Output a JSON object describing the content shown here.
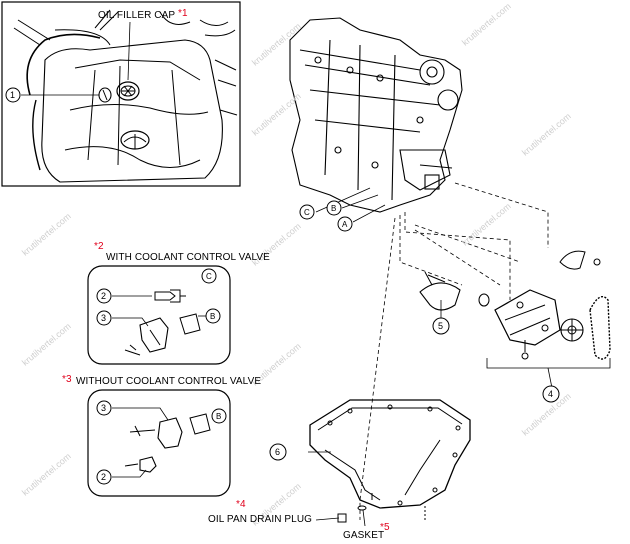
{
  "labels": {
    "oil_filler_cap": "OIL FILLER CAP",
    "ref1": "*1",
    "ref2": "*2",
    "with_ccv": "WITH COOLANT CONTROL VALVE",
    "ref3": "*3",
    "without_ccv": "WITHOUT COOLANT CONTROL VALVE",
    "ref4": "*4",
    "oil_pan_drain_plug": "OIL PAN DRAIN PLUG",
    "gasket": "GASKET",
    "ref5": "*5"
  },
  "callouts": {
    "n1": "1",
    "n2": "2",
    "n3": "3",
    "n4": "4",
    "n5": "5",
    "n6": "6",
    "A": "A",
    "B": "B",
    "C": "C"
  },
  "watermark": "krutilvertel.com",
  "colors": {
    "ref_red": "#e0001b",
    "line": "#000000",
    "watermark": "#cfcfcf"
  }
}
